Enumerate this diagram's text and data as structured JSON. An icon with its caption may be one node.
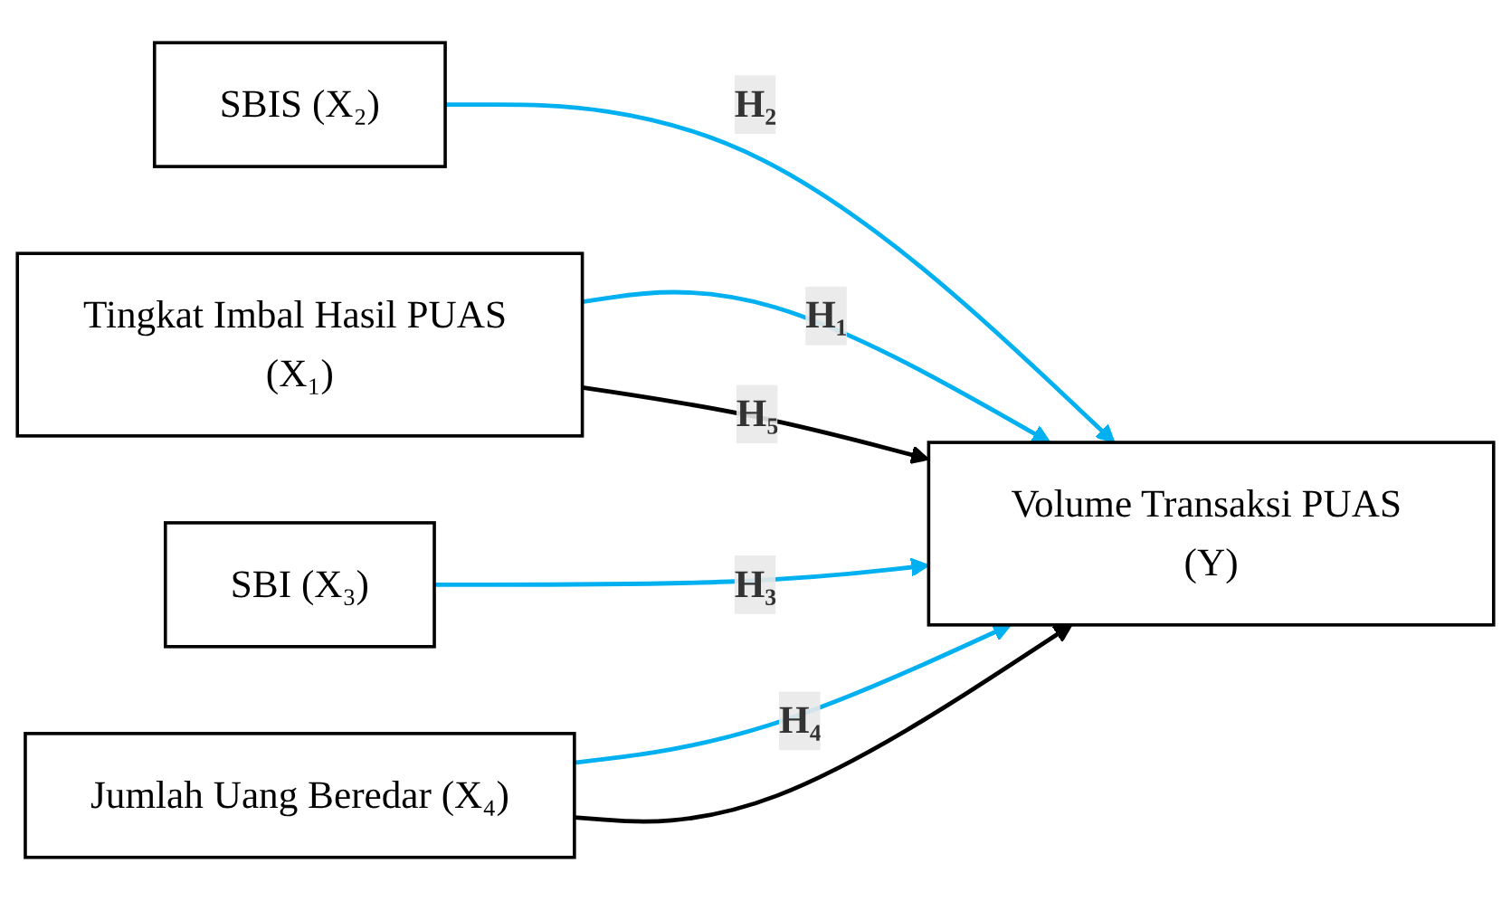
{
  "diagram": {
    "nodes": [
      {
        "text": [
          "Tingkat Imbal Hasil PUAS (X₁)"
        ]
      },
      {
        "text": [
          "SBIS (X₂)"
        ]
      },
      {
        "text": [
          "SBI  (X₃)"
        ]
      },
      {
        "text": [
          "Jumlah Uang Beredar (X₄)"
        ]
      },
      {
        "text": [
          "Volume Transaksi PUAS (Y)"
        ]
      }
    ],
    "edges": [
      {
        "from": 0,
        "to": 4,
        "arrow": "to",
        "label": "H₁"
      },
      {
        "from": 1,
        "to": 4,
        "arrow": "to",
        "label": "H₂"
      },
      {
        "from": 2,
        "to": 4,
        "arrow": "to",
        "label": "H₃"
      },
      {
        "from": 3,
        "to": 4,
        "arrow": "to",
        "label": "H₄"
      },
      {
        "from": 0,
        "to": 4,
        "arrow": "to",
        "label": "H₅",
        "color": "#000000"
      },
      {
        "from": 3,
        "to": 4,
        "arrow": "to",
        "color": "#000000"
      }
    ]
  }
}
